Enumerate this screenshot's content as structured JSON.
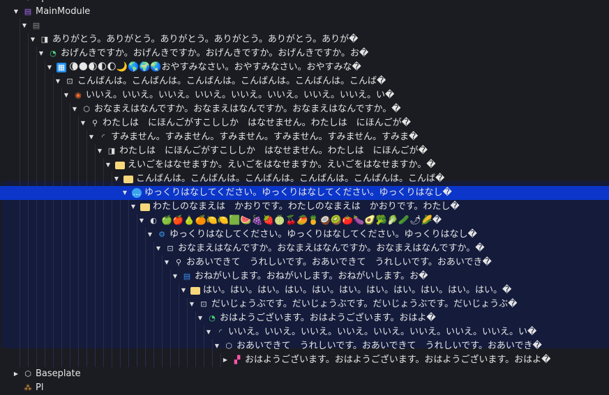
{
  "explorer": {
    "selected_index": 14,
    "rows": [
      {
        "depth": 0,
        "arrow": "none",
        "icon": "spawn-location",
        "text": "SpawnLocation"
      },
      {
        "depth": 0,
        "arrow": "down",
        "icon": "module-script",
        "text": "MainModule"
      },
      {
        "depth": 1,
        "arrow": "down",
        "icon": "script",
        "text": ""
      },
      {
        "depth": 2,
        "arrow": "down",
        "icon": "part-cursor",
        "text": "ありがとう。ありがとう。ありがとう。ありがとう。ありがとう。ありが�"
      },
      {
        "depth": 3,
        "arrow": "down",
        "icon": "model-pie",
        "text": "おげんきですか。おげんきですか。おげんきですか。おげんきですか。お�"
      },
      {
        "depth": 4,
        "arrow": "down",
        "icon": "checker",
        "text": "🌘🌑🌒🌓🌔🌙🌎🌍🌏おやすみなさい。おやすみなさい。おやすみな�"
      },
      {
        "depth": 5,
        "arrow": "down",
        "icon": "frame",
        "text": "こんばんは。こんばんは。こんばんは。こんばんは。こんばんは。こんば�"
      },
      {
        "depth": 6,
        "arrow": "down",
        "icon": "color-circle",
        "text": "いいえ。いいえ。いいえ。いいえ。いいえ。いいえ。いいえ。いいえ。い�"
      },
      {
        "depth": 7,
        "arrow": "down",
        "icon": "cube",
        "text": "おなまえはなんですか。おなまえはなんですか。おなまえはなんですか。�"
      },
      {
        "depth": 8,
        "arrow": "down",
        "icon": "wrench",
        "text": "わたしは　にほんごがすこししか　はなせません。わたしは　にほんごが�"
      },
      {
        "depth": 9,
        "arrow": "down",
        "icon": "loading",
        "text": "すみません。すみません。すみません。すみません。すみません。すみま�"
      },
      {
        "depth": 10,
        "arrow": "down",
        "icon": "part-cursor",
        "text": "わたしは　にほんごがすこししか　はなせません。わたしは　にほんごが�"
      },
      {
        "depth": 11,
        "arrow": "down",
        "icon": "folder",
        "text": "えいごをはなせますか。えいごをはなせますか。えいごをはなせますか。�"
      },
      {
        "depth": 12,
        "arrow": "down",
        "icon": "folder",
        "text": "こんばんは。こんばんは。こんばんは。こんばんは。こんばんは。こんば�"
      },
      {
        "depth": 13,
        "arrow": "down",
        "icon": "chat-bubble",
        "text": "ゆっくりはなしてください。ゆっくりはなしてください。ゆっくりはなし�"
      },
      {
        "depth": 14,
        "arrow": "down",
        "icon": "folder",
        "text": "わたしのなまえは　かおりです。わたしのなまえは　かおりです。わたし�"
      },
      {
        "depth": 15,
        "arrow": "down",
        "icon": "ball",
        "text": "🍏🍎🍐🍊🍋🍋🟩🍉🍇🍓🍈🍒🥭🍍🥥🥝🍅🍆🥑🥦🥬🥒🌶🌽�"
      },
      {
        "depth": 16,
        "arrow": "down",
        "icon": "gear-blue",
        "text": "ゆっくりはなしてください。ゆっくりはなしてください。ゆっくりはなし�"
      },
      {
        "depth": 17,
        "arrow": "down",
        "icon": "frame",
        "text": "おなまえはなんですか。おなまえはなんですか。おなまえはなんですか。�"
      },
      {
        "depth": 18,
        "arrow": "down",
        "icon": "wrench",
        "text": "おあいできて　うれしいです。おあいできて　うれしいです。おあいでき�"
      },
      {
        "depth": 19,
        "arrow": "down",
        "icon": "local-script",
        "text": "おねがいします。おねがいします。おねがいします。お�"
      },
      {
        "depth": 20,
        "arrow": "down",
        "icon": "folder",
        "text": "はい。はい。はい。はい。はい。はい。はい。はい。はい。はい。はい。�"
      },
      {
        "depth": 21,
        "arrow": "down",
        "icon": "frame",
        "text": "だいじょうぶです。だいじょうぶです。だいじょうぶです。だいじょうぶ�"
      },
      {
        "depth": 22,
        "arrow": "down",
        "icon": "model-pie",
        "text": "おはようございます。おはようございます。おはよ�"
      },
      {
        "depth": 23,
        "arrow": "down",
        "icon": "loading",
        "text": "いいえ。いいえ。いいえ。いいえ。いいえ。いいえ。いいえ。いいえ。い�"
      },
      {
        "depth": 24,
        "arrow": "down",
        "icon": "cube",
        "text": "おあいできて　うれしいです。おあいできて　うれしいです。おあいでき�"
      },
      {
        "depth": 25,
        "arrow": "right",
        "icon": "blocks",
        "text": "おはようございます。おはようございます。おはようございます。おはよ�"
      },
      {
        "depth": 0,
        "arrow": "right",
        "icon": "cube",
        "text": "Baseplate"
      },
      {
        "depth": 0,
        "arrow": "none",
        "icon": "players",
        "text": "Pl"
      }
    ]
  },
  "colors": {
    "selected": "#0b36c9",
    "subtree": "#141b3b",
    "background": "#1b1c21",
    "folder": "#f6d77a"
  }
}
